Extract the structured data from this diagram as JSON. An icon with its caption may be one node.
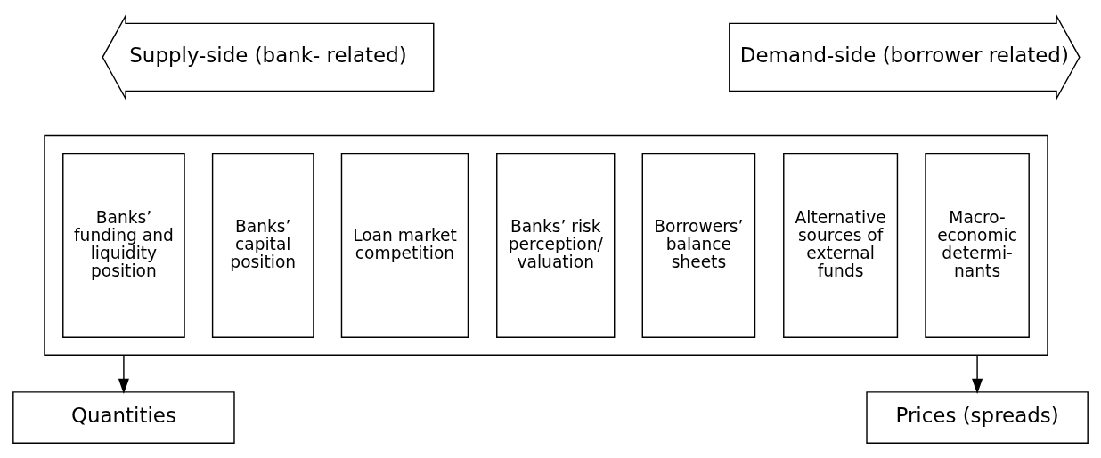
{
  "diagram": {
    "nodes": [
      {
        "text": [
          "Supply-side (bank- related)"
        ]
      },
      {
        "text": [
          "Demand-side (borrower related)"
        ]
      },
      {
        "text": [],
        "shape": "box"
      },
      {
        "text": [
          "Banks’ funding and liquidity position"
        ],
        "in": 2
      },
      {
        "text": [
          "Banks’ capital position"
        ],
        "in": 2
      },
      {
        "text": [
          "Loan market competition"
        ],
        "in": 2
      },
      {
        "text": [
          "Banks’ risk perception/ valuation"
        ],
        "in": 2
      },
      {
        "text": [
          "Borrowers’ balance sheets"
        ],
        "in": 2
      },
      {
        "text": [
          "Alternative sources of external funds"
        ],
        "in": 2
      },
      {
        "text": [
          "Macro- economic determi- nants"
        ],
        "in": 2
      },
      {
        "text": [
          "Quantities"
        ]
      },
      {
        "text": [
          "Prices (spreads)"
        ]
      }
    ],
    "edges": [
      {
        "from": 2,
        "to": 10,
        "arrow": "to"
      },
      {
        "from": 2,
        "to": 11,
        "arrow": "to"
      }
    ]
  }
}
